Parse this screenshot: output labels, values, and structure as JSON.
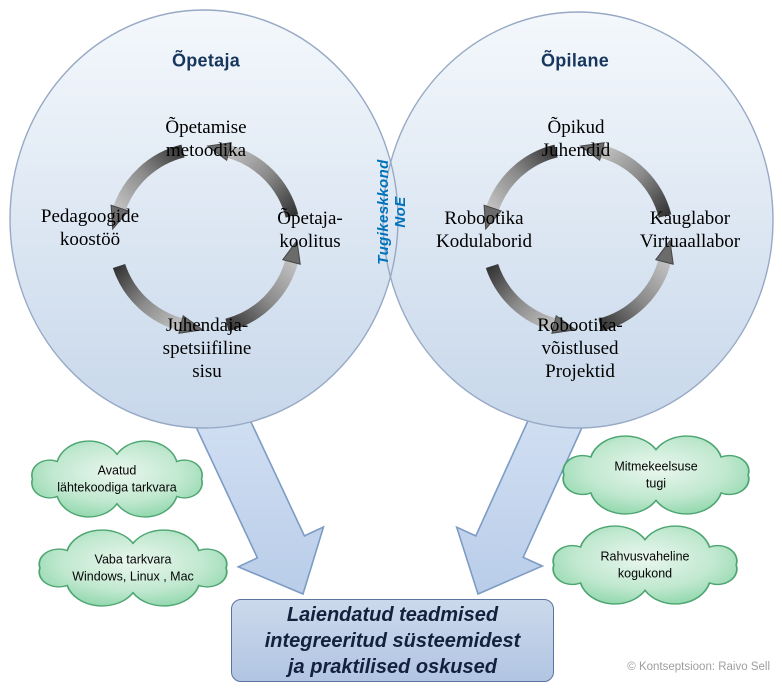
{
  "left_circle": {
    "title": "Õpetaja",
    "top": "Õpetamise\nmetoodika",
    "left": "Pedagoogide\nkoostöö",
    "right": "Õpetaja-\nkoolitus",
    "bottom": "Juhendaja-\nspetsiifiline\nsisu"
  },
  "right_circle": {
    "title": "Õpilane",
    "top": "Õpikud\nJuhendid",
    "left": "Robootika\nKodulaborid",
    "right": "Kauglabor\nVirtuaallabor",
    "bottom": "Robootika-\nvõistlused\nProjektid"
  },
  "overlap": {
    "label": "Tugikeskkond\nNoE"
  },
  "clouds": [
    {
      "label": "Avatud\nlähtekoodiga tarkvara"
    },
    {
      "label": "Vaba tarkvara\nWindows, Linux , Mac"
    },
    {
      "label": "Mitmekeelsuse\ntugi"
    },
    {
      "label": "Rahvusvaheline\nkogukond"
    }
  ],
  "outcome": {
    "label": "Laiendatud teadmised\nintegreeritud süsteemidest\nja praktilised oskused"
  },
  "credit": {
    "label": "© Kontseptsioon: Raivo Sell"
  },
  "colors": {
    "circle_top": "#f2f6fb",
    "circle_bottom": "#c7d7ea",
    "circle_border": "#97a9c4",
    "title_text": "#17365d",
    "lens_text": "#0072bc",
    "cycle_arrow_dark": "#383838",
    "cycle_arrow_light": "#c0c0c0",
    "down_arrow_fill": "#c4d7ee",
    "down_arrow_border": "#7d9cc4",
    "cloud_fill": "#a9e0bf",
    "cloud_border": "#4da571",
    "box_fill": "#bfcfe8",
    "box_border": "#5c73a0",
    "credit_text": "#9e9e9e"
  }
}
